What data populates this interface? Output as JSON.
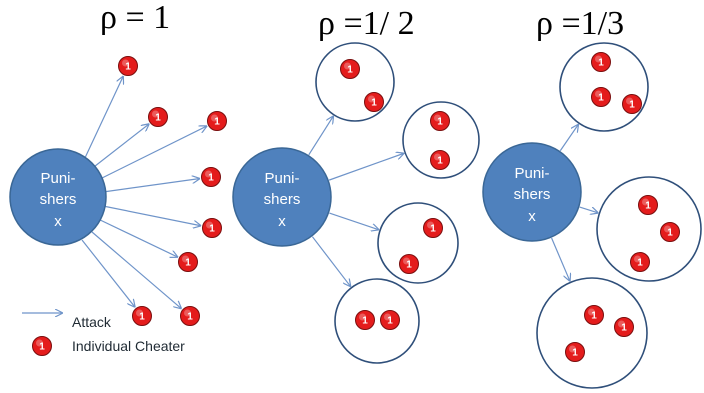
{
  "panels": [
    {
      "rho_label": "ρ = 1",
      "hub_lines": [
        "Puni-",
        "shers",
        "x"
      ]
    },
    {
      "rho_label": "ρ =1/ 2",
      "hub_lines": [
        "Puni-",
        "shers",
        "x"
      ]
    },
    {
      "rho_label": "ρ =1/3",
      "hub_lines": [
        "Puni-",
        "shers",
        "x"
      ]
    }
  ],
  "cheater_label": "1",
  "legend": {
    "attack_label": "Attack",
    "cheater_label": "Individual Cheater"
  },
  "colors": {
    "hub_fill": "#4f81bd",
    "hub_stroke": "#3a6796",
    "arrow": "#6f94c9",
    "group_stroke": "#2f4f7a",
    "cheater_fill": "#e41c1c",
    "cheater_stroke": "#7a0e0e"
  }
}
